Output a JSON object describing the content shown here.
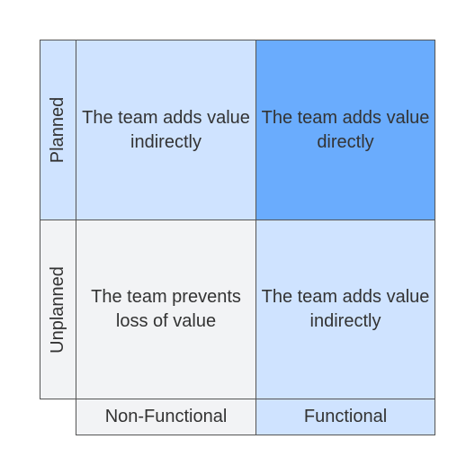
{
  "rows": [
    {
      "label": "Planned"
    },
    {
      "label": "Unplanned"
    }
  ],
  "columns": [
    {
      "label": "Non-Functional"
    },
    {
      "label": "Functional"
    }
  ],
  "cells": {
    "planned_nonfunctional": "The team adds value indirectly",
    "planned_functional": "The team adds value directly",
    "unplanned_nonfunctional": "The team prevents loss of value",
    "unplanned_functional": "The team adds value indirectly"
  },
  "colors": {
    "light_blue": "#cfe3ff",
    "strong_blue": "#6aacfd",
    "light_gray": "#f2f3f5",
    "border": "#555555"
  }
}
